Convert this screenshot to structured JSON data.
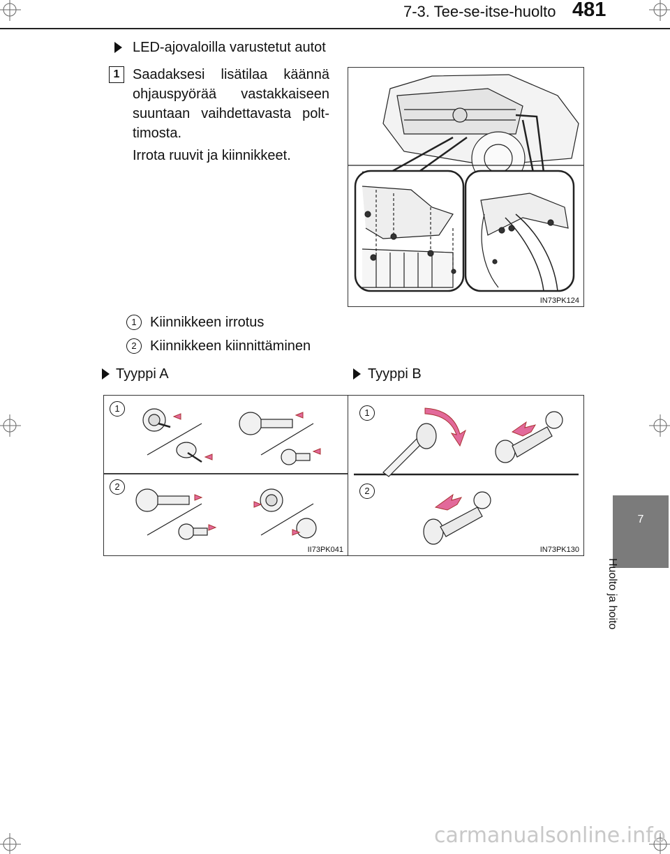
{
  "header": {
    "section": "7-3. Tee-se-itse-huolto",
    "page": "481"
  },
  "sidebar": {
    "tab_number": "7",
    "chapter_title": "Huolto ja hoito"
  },
  "content": {
    "led_heading": "LED-ajovaloilla varustetut autot",
    "step_number": "1",
    "step_text": "Saadaksesi lisätilaa käännä ohjauspyörää vastakkaiseen suuntaan vaihdettavasta polt-timosta.",
    "step_text2": "Irrota ruuvit ja kiinnikkeet.",
    "figure1_code": "IN73PK124",
    "legend": [
      {
        "num": "1",
        "text": "Kiinnikkeen irrotus"
      },
      {
        "num": "2",
        "text": "Kiinnikkeen kiinnittäminen"
      }
    ],
    "type_a": "Tyyppi A",
    "type_b": "Tyyppi B",
    "figure_a_code": "II73PK041",
    "figure_b_code": "IN73PK130",
    "fig_labels": {
      "one": "1",
      "two": "2"
    }
  },
  "watermark": "carmanualsonline.info"
}
